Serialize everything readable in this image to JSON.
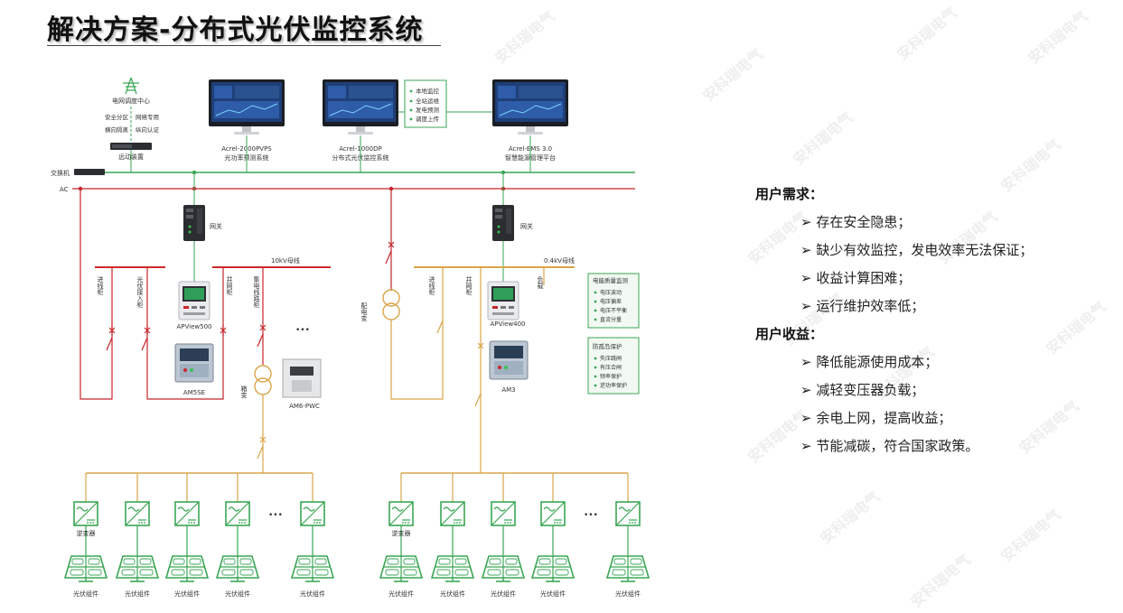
{
  "title": "解决方案-分布式光伏监控系统",
  "watermark": "安科瑞电气",
  "colors": {
    "comm": "#3aa655",
    "ac": "#c8242b",
    "mv_bus": "#d02828",
    "lv_bus": "#d9a548",
    "panel": "#3aa655"
  },
  "diagram": {
    "grid_center": "电网调度中心",
    "security_tags": [
      "安全分区",
      "网络专用",
      "横向隔离",
      "纵向认证"
    ],
    "remote_device": "远动装置",
    "switch_label": "交换机",
    "ac_label": "AC",
    "monitors": [
      {
        "name": "Acrel-2000PVPS",
        "desc": "光功率预测系统"
      },
      {
        "name": "Acrel-1000DP",
        "desc": "分布式光伏监控系统"
      },
      {
        "name": "Acrel-EMS 3.0",
        "desc": "智慧能源管理平台"
      }
    ],
    "functions": [
      "本地监控",
      "全站运维",
      "发电预测",
      "调度上传"
    ],
    "gateway": "网关",
    "bus_10kv": "10kV母线",
    "bus_04kv": "0.4kV母线",
    "cab_in": "进线柜",
    "cab_pv": "光伏接入柜",
    "cab_grid": "并网柜",
    "cab_col": "集电线路柜",
    "cab_load": "负载",
    "xfmr_box": "箱变",
    "xfmr_dist": "配电变",
    "dev_apview500": "APView500",
    "dev_am5se": "AM5SE",
    "dev_am6": "AM6-PWC",
    "dev_apview400": "APView400",
    "dev_am3": "AM3",
    "pq_title": "电能质量监测",
    "pq_items": [
      "电压波动",
      "电压偏差",
      "电压不平衡",
      "直流分量"
    ],
    "anti_title": "防孤岛保护",
    "anti_items": [
      "失压跳闸",
      "有压合闸",
      "频率保护",
      "逆功率保护"
    ],
    "inverter": "逆变器",
    "pv_module": "光伏组件",
    "ellipsis": "•••"
  },
  "needs": {
    "title": "用户需求：",
    "items": [
      "存在安全隐患；",
      "缺少有效监控，发电效率无法保证；",
      "收益计算困难；",
      "运行维护效率低；"
    ]
  },
  "benefits": {
    "title": "用户收益：",
    "items": [
      "降低能源使用成本；",
      "减轻变压器负载；",
      "余电上网，提高收益；",
      "节能减碳，符合国家政策。"
    ]
  }
}
